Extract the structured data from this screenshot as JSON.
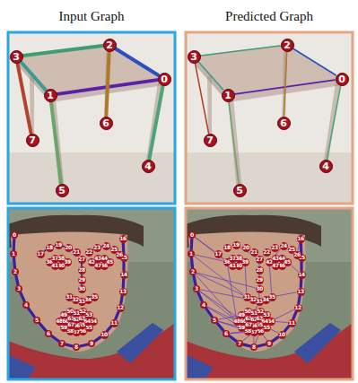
{
  "diagram": {
    "nodes": [
      {
        "text": [
          "0"
        ]
      },
      {
        "text": [
          "1"
        ]
      },
      {
        "text": [
          "2"
        ]
      },
      {
        "text": [
          "3"
        ]
      },
      {
        "text": [
          "4"
        ]
      },
      {
        "text": [
          "5"
        ]
      },
      {
        "text": [
          "6"
        ]
      },
      {
        "text": [
          "7"
        ]
      },
      {
        "text": [
          "0"
        ]
      },
      {
        "text": [
          "1"
        ]
      },
      {
        "text": [
          "2"
        ]
      },
      {
        "text": [
          "3"
        ]
      },
      {
        "text": [
          "4"
        ]
      },
      {
        "text": [
          "5"
        ]
      },
      {
        "text": [
          "6"
        ]
      },
      {
        "text": [
          "7"
        ]
      },
      {
        "text": [
          "0"
        ]
      },
      {
        "text": [
          "1"
        ]
      },
      {
        "text": [
          "2"
        ]
      },
      {
        "text": [
          "3"
        ]
      },
      {
        "text": [
          "4"
        ]
      },
      {
        "text": [
          "5"
        ]
      },
      {
        "text": [
          "6"
        ]
      },
      {
        "text": [
          "7"
        ]
      },
      {
        "text": [
          "8"
        ]
      },
      {
        "text": [
          "9"
        ]
      },
      {
        "text": [
          "10"
        ]
      },
      {
        "text": [
          "11"
        ]
      },
      {
        "text": [
          "12"
        ]
      },
      {
        "text": [
          "13"
        ]
      },
      {
        "text": [
          "14"
        ]
      },
      {
        "text": [
          "15"
        ]
      },
      {
        "text": [
          "16"
        ]
      },
      {
        "text": [
          "17"
        ]
      },
      {
        "text": [
          "18"
        ]
      },
      {
        "text": [
          "19"
        ]
      },
      {
        "text": [
          "20"
        ]
      },
      {
        "text": [
          "21"
        ]
      },
      {
        "text": [
          "22"
        ]
      },
      {
        "text": [
          "23"
        ]
      },
      {
        "text": [
          "24"
        ]
      },
      {
        "text": [
          "25"
        ]
      },
      {
        "text": [
          "26"
        ]
      },
      {
        "text": [
          "27"
        ]
      },
      {
        "text": [
          "28"
        ]
      },
      {
        "text": [
          "29"
        ]
      },
      {
        "text": [
          "30"
        ]
      },
      {
        "text": [
          "31"
        ]
      },
      {
        "text": [
          "32"
        ]
      },
      {
        "text": [
          "33"
        ]
      },
      {
        "text": [
          "34"
        ]
      },
      {
        "text": [
          "35"
        ]
      },
      {
        "text": [
          "36"
        ]
      },
      {
        "text": [
          "37"
        ]
      },
      {
        "text": [
          "38"
        ]
      },
      {
        "text": [
          "39"
        ]
      },
      {
        "text": [
          "40"
        ]
      },
      {
        "text": [
          "41"
        ]
      },
      {
        "text": [
          "42"
        ]
      },
      {
        "text": [
          "43"
        ]
      },
      {
        "text": [
          "44"
        ]
      },
      {
        "text": [
          "45"
        ]
      },
      {
        "text": [
          "46"
        ]
      },
      {
        "text": [
          "47"
        ]
      },
      {
        "text": [
          "48"
        ]
      },
      {
        "text": [
          "49"
        ]
      },
      {
        "text": [
          "50"
        ]
      },
      {
        "text": [
          "51"
        ]
      },
      {
        "text": [
          "52"
        ]
      },
      {
        "text": [
          "53"
        ]
      },
      {
        "text": [
          "54"
        ]
      },
      {
        "text": [
          "55"
        ]
      },
      {
        "text": [
          "56"
        ]
      },
      {
        "text": [
          "57"
        ]
      },
      {
        "text": [
          "58"
        ]
      },
      {
        "text": [
          "59"
        ]
      },
      {
        "text": [
          "60"
        ]
      },
      {
        "text": [
          "61"
        ]
      },
      {
        "text": [
          "62"
        ]
      },
      {
        "text": [
          "63"
        ]
      },
      {
        "text": [
          "64"
        ]
      },
      {
        "text": [
          "65"
        ]
      },
      {
        "text": [
          "66"
        ]
      },
      {
        "text": [
          "67"
        ]
      },
      {
        "text": [
          "0"
        ]
      },
      {
        "text": [
          "1"
        ]
      },
      {
        "text": [
          "2"
        ]
      },
      {
        "text": [
          "3"
        ]
      },
      {
        "text": [
          "4"
        ]
      },
      {
        "text": [
          "5"
        ]
      },
      {
        "text": [
          "6"
        ]
      },
      {
        "text": [
          "7"
        ]
      },
      {
        "text": [
          "8"
        ]
      },
      {
        "text": [
          "9"
        ]
      },
      {
        "text": [
          "10"
        ]
      },
      {
        "text": [
          "11"
        ]
      },
      {
        "text": [
          "12"
        ]
      },
      {
        "text": [
          "13"
        ]
      },
      {
        "text": [
          "14"
        ]
      },
      {
        "text": [
          "15"
        ]
      },
      {
        "text": [
          "16"
        ]
      },
      {
        "text": [
          "17"
        ]
      },
      {
        "text": [
          "18"
        ]
      },
      {
        "text": [
          "19"
        ]
      },
      {
        "text": [
          "20"
        ]
      },
      {
        "text": [
          "21"
        ]
      },
      {
        "text": [
          "22"
        ]
      },
      {
        "text": [
          "23"
        ]
      },
      {
        "text": [
          "24"
        ]
      },
      {
        "text": [
          "25"
        ]
      },
      {
        "text": [
          "26"
        ]
      },
      {
        "text": [
          "27"
        ]
      },
      {
        "text": [
          "28"
        ]
      },
      {
        "text": [
          "29"
        ]
      },
      {
        "text": [
          "30"
        ]
      },
      {
        "text": [
          "31"
        ]
      },
      {
        "text": [
          "32"
        ]
      },
      {
        "text": [
          "33"
        ]
      },
      {
        "text": [
          "34"
        ]
      },
      {
        "text": [
          "35"
        ]
      },
      {
        "text": [
          "36"
        ]
      },
      {
        "text": [
          "37"
        ]
      },
      {
        "text": [
          "38"
        ]
      },
      {
        "text": [
          "39"
        ]
      },
      {
        "text": [
          "40"
        ]
      },
      {
        "text": [
          "41"
        ]
      },
      {
        "text": [
          "42"
        ]
      },
      {
        "text": [
          "43"
        ]
      },
      {
        "text": [
          "44"
        ]
      },
      {
        "text": [
          "45"
        ]
      },
      {
        "text": [
          "46"
        ]
      },
      {
        "text": [
          "47"
        ]
      },
      {
        "text": [
          "48"
        ]
      },
      {
        "text": [
          "49"
        ]
      },
      {
        "text": [
          "50"
        ]
      },
      {
        "text": [
          "51"
        ]
      },
      {
        "text": [
          "52"
        ]
      },
      {
        "text": [
          "53"
        ]
      },
      {
        "text": [
          "54"
        ]
      },
      {
        "text": [
          "55"
        ]
      },
      {
        "text": [
          "56"
        ]
      },
      {
        "text": [
          "57"
        ]
      },
      {
        "text": [
          "58"
        ]
      },
      {
        "text": [
          "59"
        ]
      },
      {
        "text": [
          "60"
        ]
      },
      {
        "text": [
          "61"
        ]
      },
      {
        "text": [
          "62"
        ]
      },
      {
        "text": [
          "63"
        ]
      },
      {
        "text": [
          "64"
        ]
      },
      {
        "text": [
          "65"
        ]
      },
      {
        "text": [
          "66"
        ]
      },
      {
        "text": [
          "67"
        ]
      }
    ],
    "edges": [
      {
        "from": 3,
        "to": 2,
        "arrow": "none"
      },
      {
        "from": 2,
        "to": 0,
        "arrow": "none"
      },
      {
        "from": 0,
        "to": 1,
        "arrow": "none"
      },
      {
        "from": 1,
        "to": 3,
        "arrow": "none"
      },
      {
        "from": 3,
        "to": 7,
        "arrow": "none"
      },
      {
        "from": 1,
        "to": 5,
        "arrow": "none"
      },
      {
        "from": 2,
        "to": 6,
        "arrow": "none"
      },
      {
        "from": 0,
        "to": 4,
        "arrow": "none"
      },
      {
        "from": 11,
        "to": 10,
        "arrow": "none"
      },
      {
        "from": 10,
        "to": 8,
        "arrow": "none"
      },
      {
        "from": 8,
        "to": 9,
        "arrow": "none"
      },
      {
        "from": 9,
        "to": 11,
        "arrow": "none"
      },
      {
        "from": 11,
        "to": 15,
        "arrow": "none"
      },
      {
        "from": 9,
        "to": 13,
        "arrow": "none"
      },
      {
        "from": 10,
        "to": 14,
        "arrow": "none"
      },
      {
        "from": 8,
        "to": 12,
        "arrow": "none"
      },
      {
        "from": 16,
        "to": 17,
        "arrow": "none"
      },
      {
        "from": 17,
        "to": 18,
        "arrow": "none"
      },
      {
        "from": 18,
        "to": 19,
        "arrow": "none"
      },
      {
        "from": 19,
        "to": 20,
        "arrow": "none"
      },
      {
        "from": 20,
        "to": 21,
        "arrow": "none"
      },
      {
        "from": 21,
        "to": 22,
        "arrow": "none"
      },
      {
        "from": 22,
        "to": 23,
        "arrow": "none"
      },
      {
        "from": 23,
        "to": 24,
        "arrow": "none"
      },
      {
        "from": 24,
        "to": 25,
        "arrow": "none"
      },
      {
        "from": 25,
        "to": 26,
        "arrow": "none"
      },
      {
        "from": 26,
        "to": 27,
        "arrow": "none"
      },
      {
        "from": 27,
        "to": 28,
        "arrow": "none"
      },
      {
        "from": 28,
        "to": 29,
        "arrow": "none"
      },
      {
        "from": 29,
        "to": 30,
        "arrow": "none"
      },
      {
        "from": 30,
        "to": 31,
        "arrow": "none"
      },
      {
        "from": 31,
        "to": 32,
        "arrow": "none"
      },
      {
        "from": 33,
        "to": 34,
        "arrow": "none"
      },
      {
        "from": 34,
        "to": 35,
        "arrow": "none"
      },
      {
        "from": 35,
        "to": 36,
        "arrow": "none"
      },
      {
        "from": 36,
        "to": 37,
        "arrow": "none"
      },
      {
        "from": 38,
        "to": 39,
        "arrow": "none"
      },
      {
        "from": 39,
        "to": 40,
        "arrow": "none"
      },
      {
        "from": 40,
        "to": 41,
        "arrow": "none"
      },
      {
        "from": 41,
        "to": 42,
        "arrow": "none"
      },
      {
        "from": 43,
        "to": 44,
        "arrow": "none"
      },
      {
        "from": 44,
        "to": 45,
        "arrow": "none"
      },
      {
        "from": 45,
        "to": 46,
        "arrow": "none"
      },
      {
        "from": 47,
        "to": 48,
        "arrow": "none"
      },
      {
        "from": 48,
        "to": 49,
        "arrow": "none"
      },
      {
        "from": 49,
        "to": 50,
        "arrow": "none"
      },
      {
        "from": 50,
        "to": 51,
        "arrow": "none"
      },
      {
        "from": 52,
        "to": 53,
        "arrow": "none"
      },
      {
        "from": 53,
        "to": 54,
        "arrow": "none"
      },
      {
        "from": 54,
        "to": 55,
        "arrow": "none"
      },
      {
        "from": 55,
        "to": 56,
        "arrow": "none"
      },
      {
        "from": 56,
        "to": 57,
        "arrow": "none"
      },
      {
        "from": 57,
        "to": 52,
        "arrow": "none"
      },
      {
        "from": 58,
        "to": 59,
        "arrow": "none"
      },
      {
        "from": 59,
        "to": 60,
        "arrow": "none"
      },
      {
        "from": 60,
        "to": 61,
        "arrow": "none"
      },
      {
        "from": 61,
        "to": 62,
        "arrow": "none"
      },
      {
        "from": 62,
        "to": 63,
        "arrow": "none"
      },
      {
        "from": 63,
        "to": 58,
        "arrow": "none"
      },
      {
        "from": 64,
        "to": 65,
        "arrow": "none"
      },
      {
        "from": 65,
        "to": 66,
        "arrow": "none"
      },
      {
        "from": 66,
        "to": 67,
        "arrow": "none"
      },
      {
        "from": 67,
        "to": 68,
        "arrow": "none"
      },
      {
        "from": 68,
        "to": 69,
        "arrow": "none"
      },
      {
        "from": 69,
        "to": 70,
        "arrow": "none"
      },
      {
        "from": 70,
        "to": 71,
        "arrow": "none"
      },
      {
        "from": 71,
        "to": 72,
        "arrow": "none"
      },
      {
        "from": 72,
        "to": 73,
        "arrow": "none"
      },
      {
        "from": 73,
        "to": 74,
        "arrow": "none"
      },
      {
        "from": 74,
        "to": 75,
        "arrow": "none"
      },
      {
        "from": 75,
        "to": 64,
        "arrow": "none"
      },
      {
        "from": 76,
        "to": 77,
        "arrow": "none"
      },
      {
        "from": 77,
        "to": 78,
        "arrow": "none"
      },
      {
        "from": 78,
        "to": 79,
        "arrow": "none"
      },
      {
        "from": 79,
        "to": 80,
        "arrow": "none"
      },
      {
        "from": 80,
        "to": 81,
        "arrow": "none"
      },
      {
        "from": 81,
        "to": 82,
        "arrow": "none"
      },
      {
        "from": 82,
        "to": 83,
        "arrow": "none"
      },
      {
        "from": 83,
        "to": 76,
        "arrow": "none"
      },
      {
        "from": 84,
        "to": 85,
        "arrow": "none"
      },
      {
        "from": 85,
        "to": 86,
        "arrow": "none"
      },
      {
        "from": 86,
        "to": 87,
        "arrow": "none"
      },
      {
        "from": 87,
        "to": 88,
        "arrow": "none"
      },
      {
        "from": 88,
        "to": 89,
        "arrow": "none"
      },
      {
        "from": 89,
        "to": 90,
        "arrow": "none"
      },
      {
        "from": 90,
        "to": 91,
        "arrow": "none"
      },
      {
        "from": 91,
        "to": 92,
        "arrow": "none"
      },
      {
        "from": 92,
        "to": 93,
        "arrow": "none"
      },
      {
        "from": 93,
        "to": 94,
        "arrow": "none"
      },
      {
        "from": 94,
        "to": 95,
        "arrow": "none"
      },
      {
        "from": 95,
        "to": 96,
        "arrow": "none"
      },
      {
        "from": 96,
        "to": 97,
        "arrow": "none"
      },
      {
        "from": 97,
        "to": 98,
        "arrow": "none"
      },
      {
        "from": 98,
        "to": 99,
        "arrow": "none"
      },
      {
        "from": 99,
        "to": 100,
        "arrow": "none"
      },
      {
        "from": 84,
        "to": 101,
        "arrow": "none"
      },
      {
        "from": 84,
        "to": 120,
        "arrow": "none"
      },
      {
        "from": 85,
        "to": 120,
        "arrow": "none"
      },
      {
        "from": 85,
        "to": 115,
        "arrow": "none"
      },
      {
        "from": 86,
        "to": 132,
        "arrow": "none"
      },
      {
        "from": 86,
        "to": 115,
        "arrow": "none"
      },
      {
        "from": 87,
        "to": 132,
        "arrow": "none"
      },
      {
        "from": 87,
        "to": 144,
        "arrow": "none"
      },
      {
        "from": 88,
        "to": 132,
        "arrow": "none"
      },
      {
        "from": 88,
        "to": 143,
        "arrow": "none"
      },
      {
        "from": 89,
        "to": 143,
        "arrow": "none"
      },
      {
        "from": 89,
        "to": 142,
        "arrow": "none"
      },
      {
        "from": 90,
        "to": 142,
        "arrow": "none"
      },
      {
        "from": 90,
        "to": 141,
        "arrow": "none"
      },
      {
        "from": 91,
        "to": 141,
        "arrow": "none"
      },
      {
        "from": 92,
        "to": 141,
        "arrow": "none"
      },
      {
        "from": 92,
        "to": 140,
        "arrow": "none"
      },
      {
        "from": 93,
        "to": 140,
        "arrow": "none"
      },
      {
        "from": 94,
        "to": 139,
        "arrow": "none"
      },
      {
        "from": 95,
        "to": 138,
        "arrow": "none"
      },
      {
        "from": 96,
        "to": 138,
        "arrow": "none"
      },
      {
        "from": 97,
        "to": 119,
        "arrow": "none"
      },
      {
        "from": 98,
        "to": 129,
        "arrow": "none"
      },
      {
        "from": 100,
        "to": 110,
        "arrow": "none"
      },
      {
        "from": 101,
        "to": 120,
        "arrow": "none"
      },
      {
        "from": 103,
        "to": 111,
        "arrow": "none"
      },
      {
        "from": 105,
        "to": 111,
        "arrow": "none"
      },
      {
        "from": 106,
        "to": 111,
        "arrow": "none"
      },
      {
        "from": 108,
        "to": 126,
        "arrow": "none"
      },
      {
        "from": 111,
        "to": 114,
        "arrow": "none"
      },
      {
        "from": 114,
        "to": 117,
        "arrow": "none"
      },
      {
        "from": 117,
        "to": 135,
        "arrow": "none"
      },
      {
        "from": 135,
        "to": 141,
        "arrow": "none"
      },
      {
        "from": 132,
        "to": 138,
        "arrow": "none"
      },
      {
        "from": 120,
        "to": 132,
        "arrow": "none"
      },
      {
        "from": 123,
        "to": 115,
        "arrow": "none"
      },
      {
        "from": 126,
        "to": 119,
        "arrow": "none"
      },
      {
        "from": 86,
        "to": 114,
        "arrow": "none"
      },
      {
        "from": 87,
        "to": 117,
        "arrow": "none"
      },
      {
        "from": 89,
        "to": 135,
        "arrow": "none"
      }
    ],
    "labels": [
      "Input Graph",
      "Predicted Graph"
    ]
  }
}
